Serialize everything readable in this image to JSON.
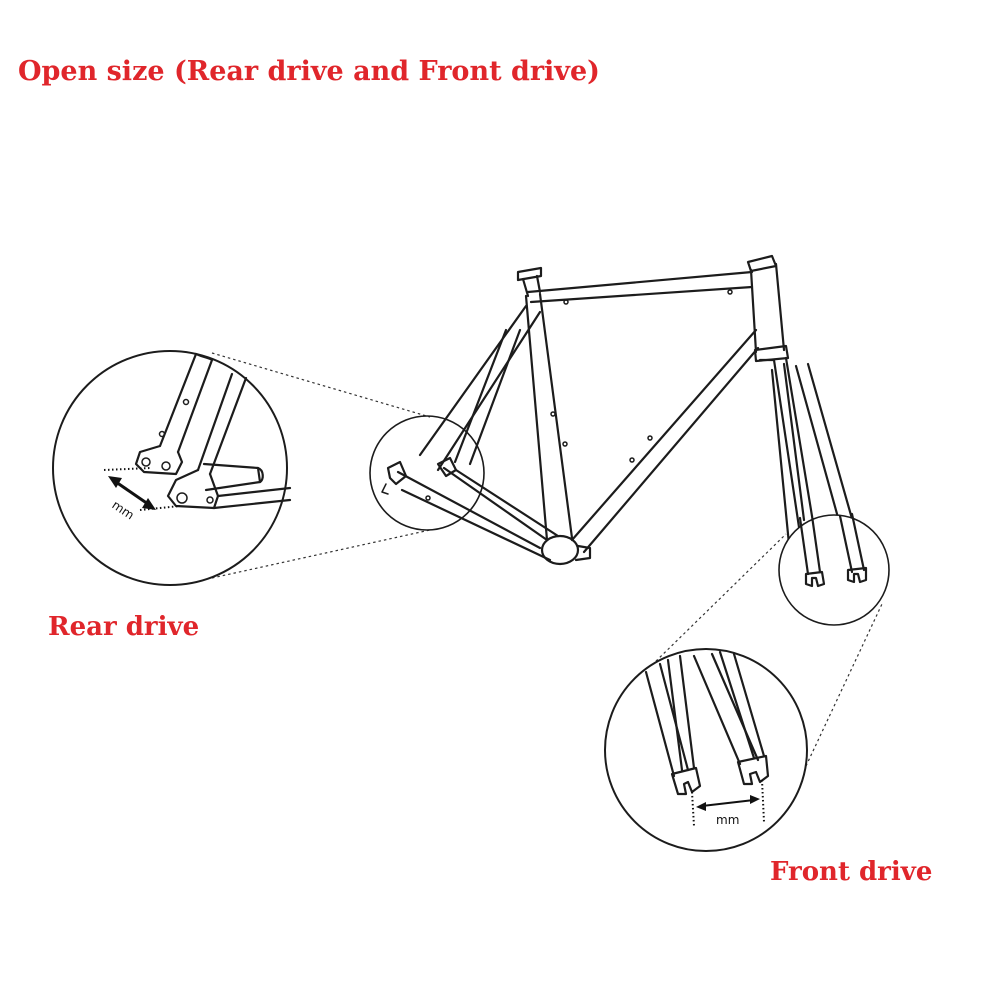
{
  "title": "Open size (Rear drive and Front drive)",
  "rear_label": "Rear drive",
  "front_label": "Front drive",
  "rear_unit": "mm",
  "front_unit": "mm",
  "colors": {
    "label_red": "#e0262b",
    "line": "#1c1c1c",
    "background": "#ffffff"
  }
}
